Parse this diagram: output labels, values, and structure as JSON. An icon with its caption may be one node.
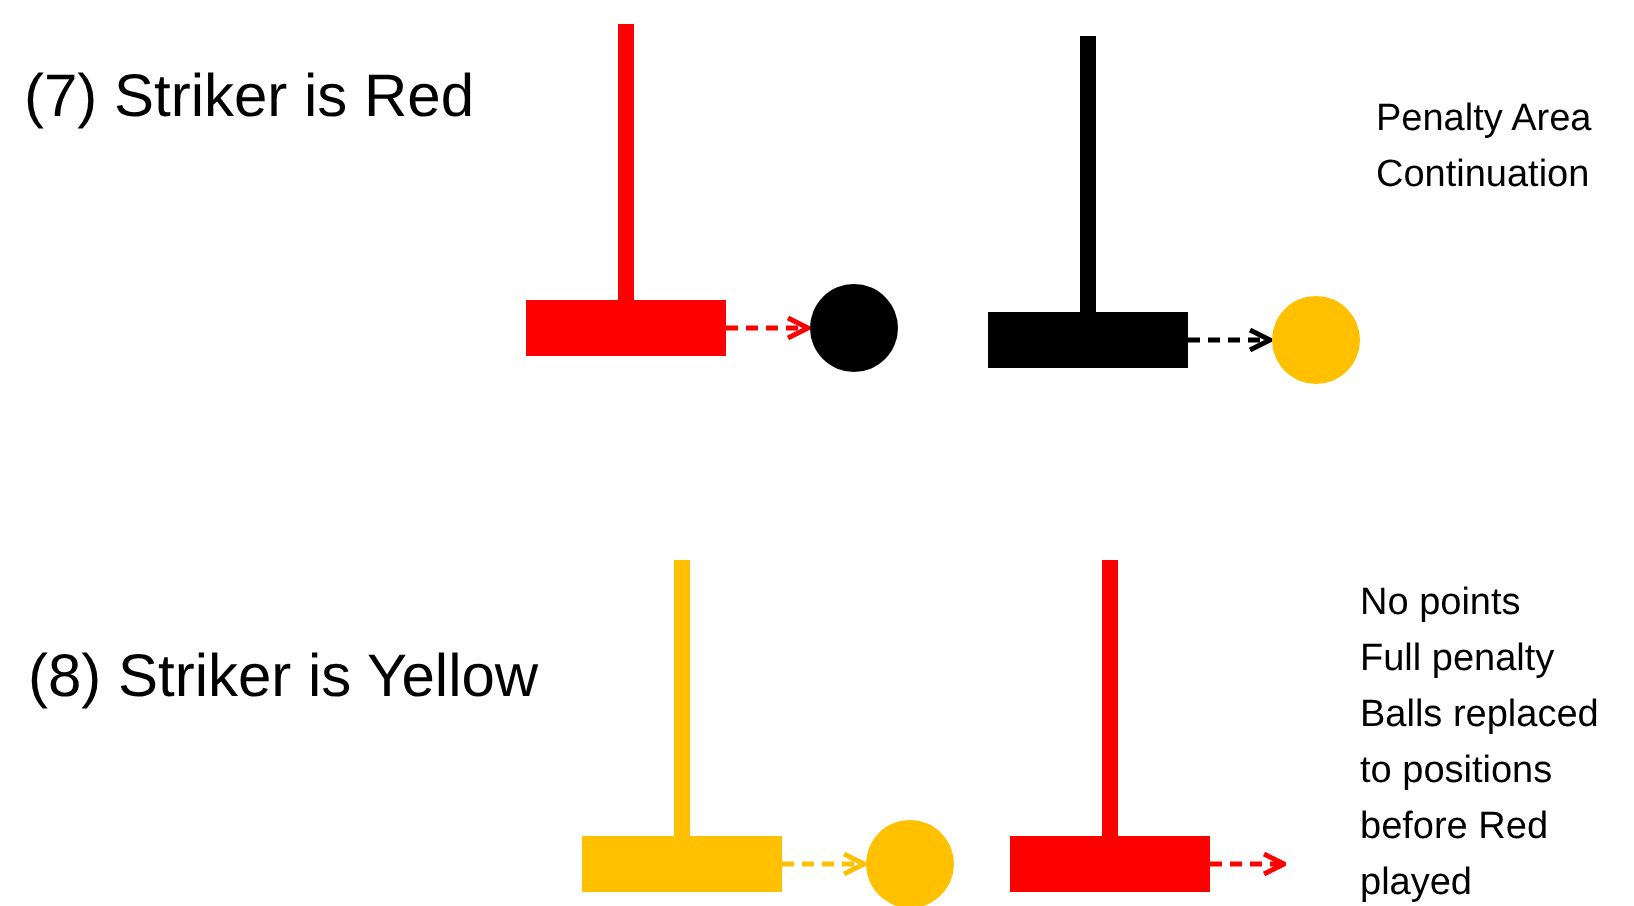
{
  "diagram": {
    "nodes": [
      {
        "text": [],
        "shape": "mallet"
      },
      {
        "text": [],
        "shape": "circle"
      },
      {
        "text": [],
        "shape": "mallet"
      },
      {
        "text": [],
        "shape": "circle"
      },
      {
        "text": [],
        "shape": "mallet"
      },
      {
        "text": [],
        "shape": "circle"
      },
      {
        "text": [],
        "shape": "mallet"
      }
    ],
    "edges": [
      {
        "from": 0,
        "to": 1,
        "arrow": "to",
        "style": "dashed",
        "color": "#ff0000"
      },
      {
        "from": 2,
        "to": 3,
        "arrow": "to",
        "style": "dashed",
        "color": "#000000"
      },
      {
        "from": 4,
        "to": 5,
        "arrow": "to",
        "style": "dashed",
        "color": "#ffc000"
      },
      {
        "from": 6,
        "to": null,
        "arrow": "to",
        "style": "dashed",
        "color": "#ff0000"
      }
    ],
    "labels": [
      "(7) Striker is Red",
      "Penalty Area Continuation",
      "(8) Striker is Yellow",
      "No points",
      "Full penalty",
      "Balls replaced to positions before Red played"
    ]
  }
}
